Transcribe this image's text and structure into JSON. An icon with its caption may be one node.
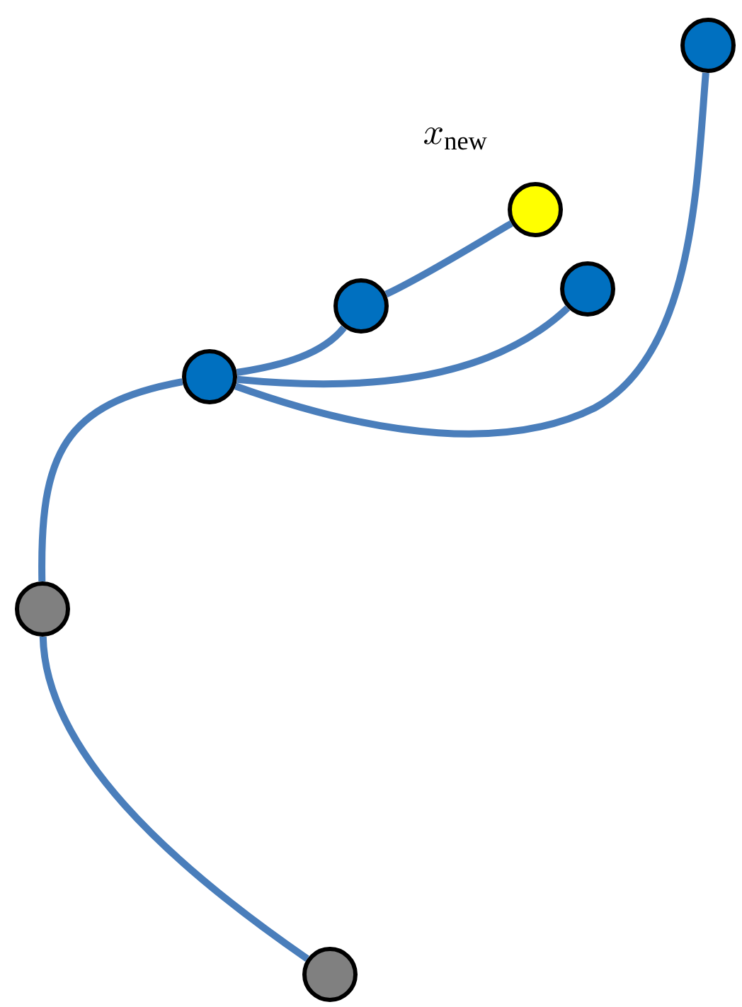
{
  "diagram": {
    "nodes": [
      {
        "text": [],
        "shape": "circle"
      },
      {
        "text": [],
        "shape": "circle"
      },
      {
        "text": [],
        "shape": "circle"
      },
      {
        "text": [],
        "shape": "circle"
      },
      {
        "text": [],
        "shape": "circle",
        "beside": [
          "x_{\\mathrm{new}}"
        ]
      },
      {
        "text": [],
        "shape": "circle"
      },
      {
        "text": [],
        "shape": "circle"
      }
    ],
    "edges": [
      {
        "from": 0,
        "to": 1,
        "arrow": "none"
      },
      {
        "from": 1,
        "to": 2,
        "arrow": "none"
      },
      {
        "from": 2,
        "to": 3,
        "arrow": "none"
      },
      {
        "from": 3,
        "to": 4,
        "arrow": "none"
      },
      {
        "from": 2,
        "to": 5,
        "arrow": "none"
      },
      {
        "from": 2,
        "to": 6,
        "arrow": "none"
      }
    ]
  }
}
